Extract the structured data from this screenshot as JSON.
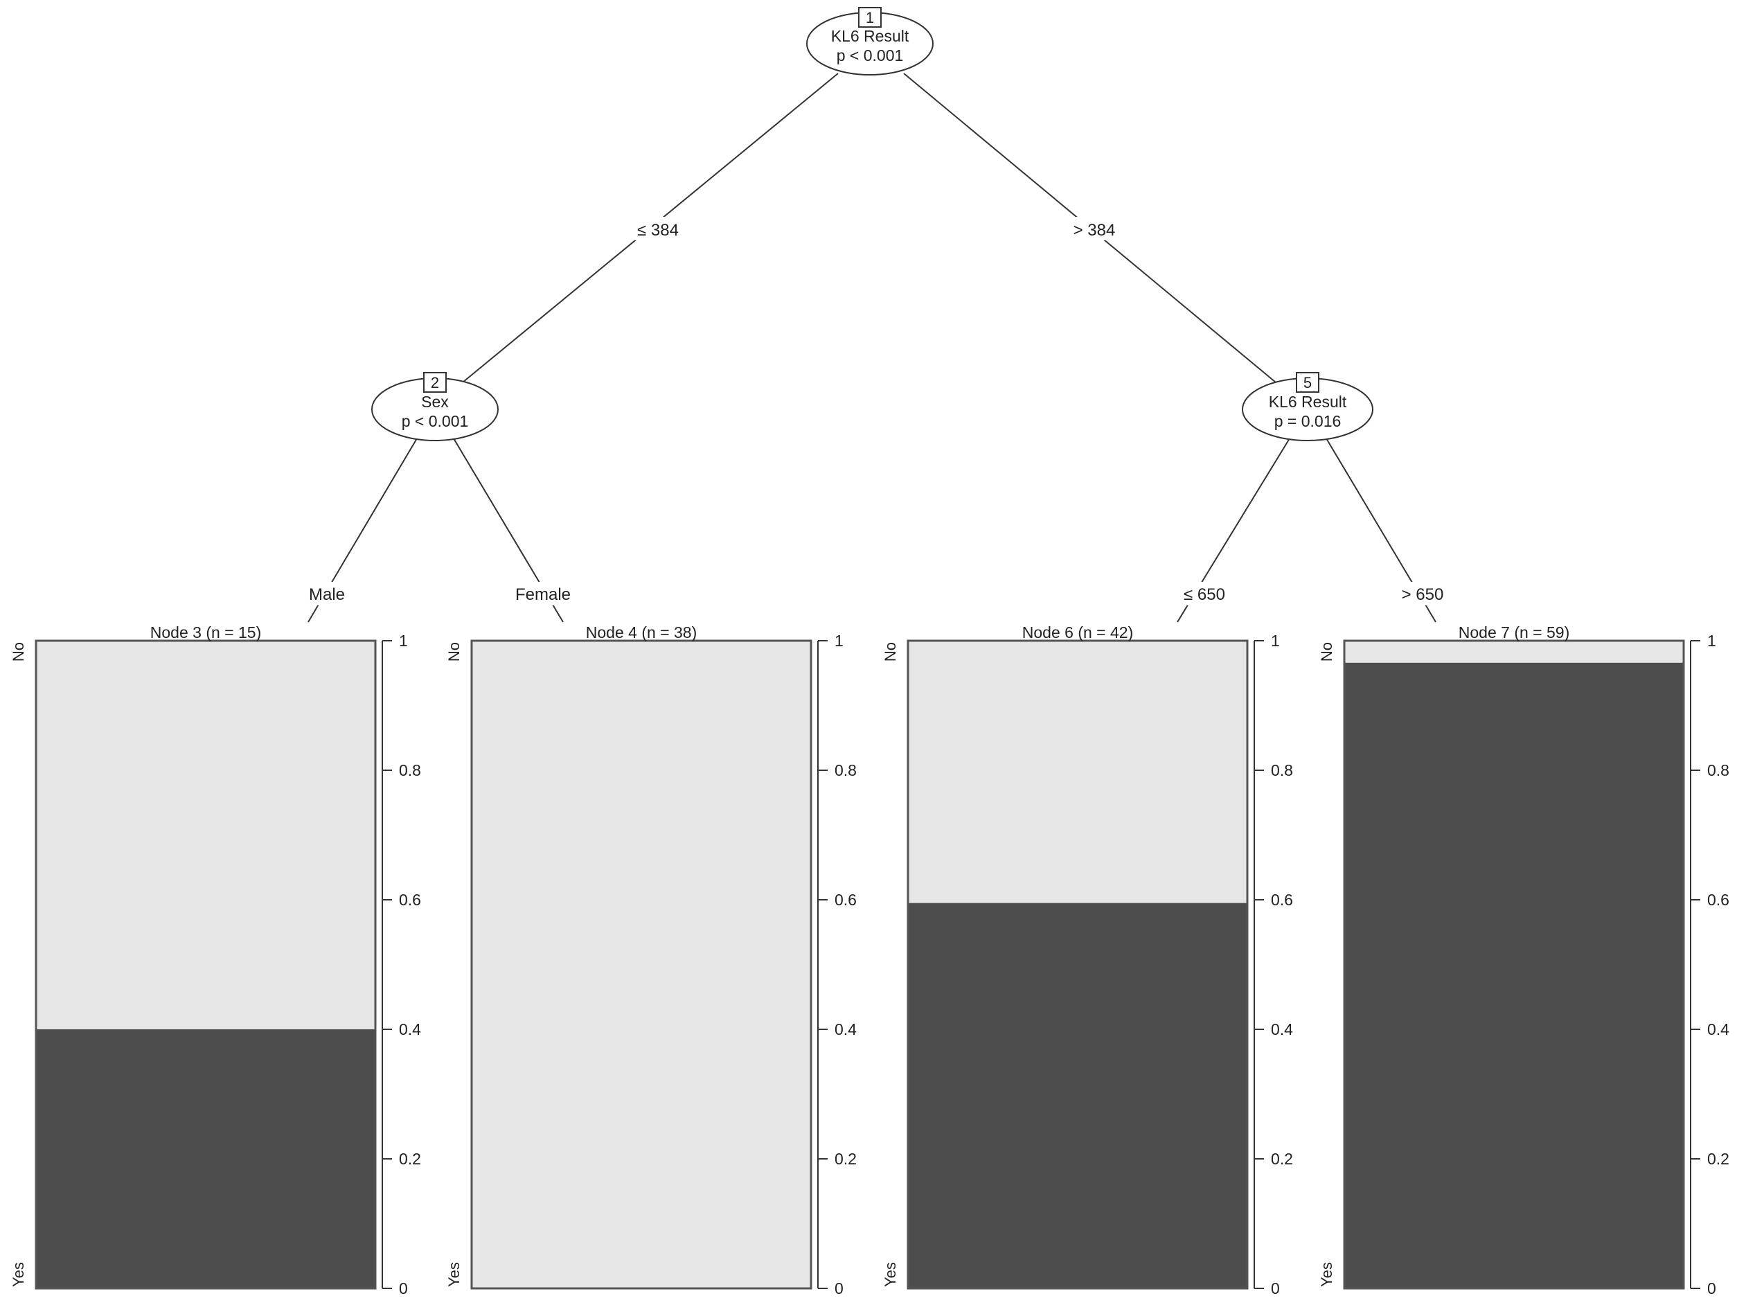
{
  "tree": {
    "nodes": [
      {
        "id": "1",
        "variable": "KL6 Result",
        "p": "p < 0.001"
      },
      {
        "id": "2",
        "variable": "Sex",
        "p": "p < 0.001"
      },
      {
        "id": "5",
        "variable": "KL6 Result",
        "p": "p = 0.016"
      }
    ],
    "edges": [
      {
        "from": "1",
        "to": "2",
        "label": "≤ 384"
      },
      {
        "from": "1",
        "to": "5",
        "label": "> 384"
      },
      {
        "from": "2",
        "to": "3",
        "label": "Male"
      },
      {
        "from": "2",
        "to": "4",
        "label": "Female"
      },
      {
        "from": "5",
        "to": "6",
        "label": "≤ 650"
      },
      {
        "from": "5",
        "to": "7",
        "label": "> 650"
      }
    ]
  },
  "chart_data": [
    {
      "type": "bar",
      "title": "Node 3 (n = 15)",
      "categories": [
        "Yes",
        "No"
      ],
      "yes_fraction": 0.4,
      "ylim": [
        0,
        1
      ]
    },
    {
      "type": "bar",
      "title": "Node 4 (n = 38)",
      "categories": [
        "Yes",
        "No"
      ],
      "yes_fraction": 0.0,
      "ylim": [
        0,
        1
      ]
    },
    {
      "type": "bar",
      "title": "Node 6 (n = 42)",
      "categories": [
        "Yes",
        "No"
      ],
      "yes_fraction": 0.595,
      "ylim": [
        0,
        1
      ]
    },
    {
      "type": "bar",
      "title": "Node 7 (n = 59)",
      "categories": [
        "Yes",
        "No"
      ],
      "yes_fraction": 0.966,
      "ylim": [
        0,
        1
      ]
    }
  ],
  "axis": {
    "ticks": [
      "0",
      "0.2",
      "0.4",
      "0.6",
      "0.8",
      "1"
    ],
    "tick_values": [
      0,
      0.2,
      0.4,
      0.6,
      0.8,
      1
    ]
  },
  "colors": {
    "yes": "#4d4d4d",
    "no": "#e6e6e6",
    "line": "#333333"
  }
}
